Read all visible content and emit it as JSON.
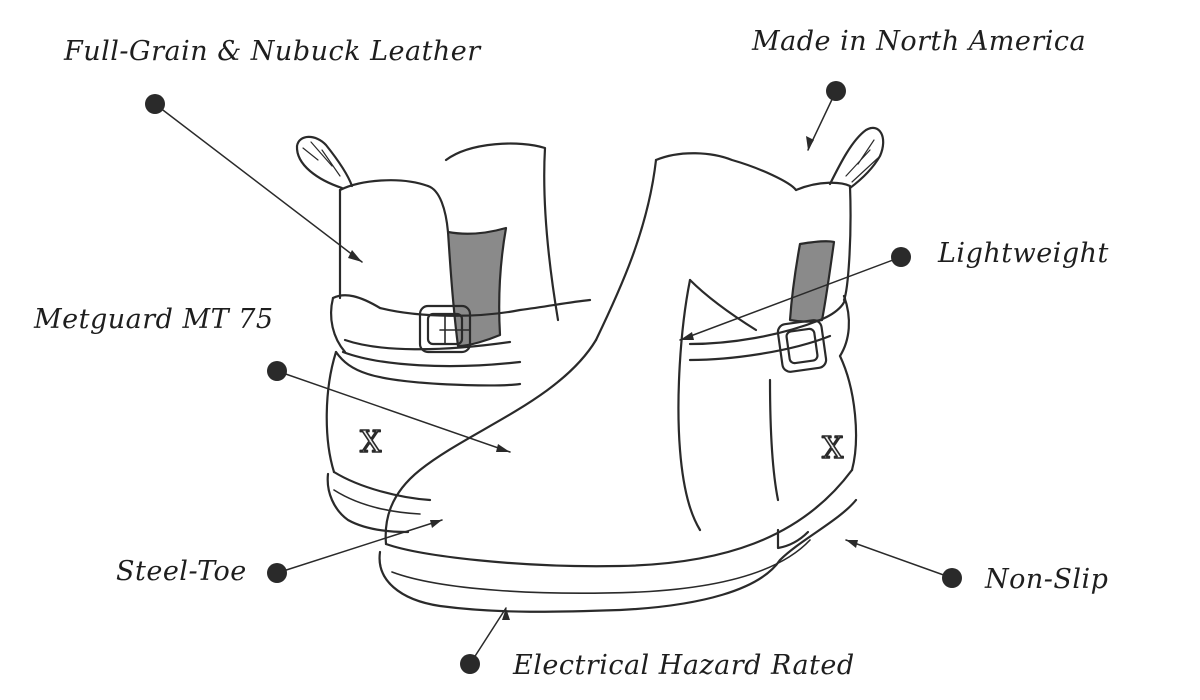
{
  "callouts": {
    "leather": "Full-Grain & Nubuck Leather",
    "made_in": "Made in North America",
    "lightweight": "Lightweight",
    "metguard": "Metguard MT 75",
    "steel_toe": "Steel-Toe",
    "non_slip": "Non-Slip",
    "hazard": "Electrical Hazard Rated"
  },
  "logo_mark": "X",
  "colors": {
    "ink": "#1e1e1e",
    "elastic_gore": "#8a8a8a",
    "dot": "#2a2a2a"
  }
}
